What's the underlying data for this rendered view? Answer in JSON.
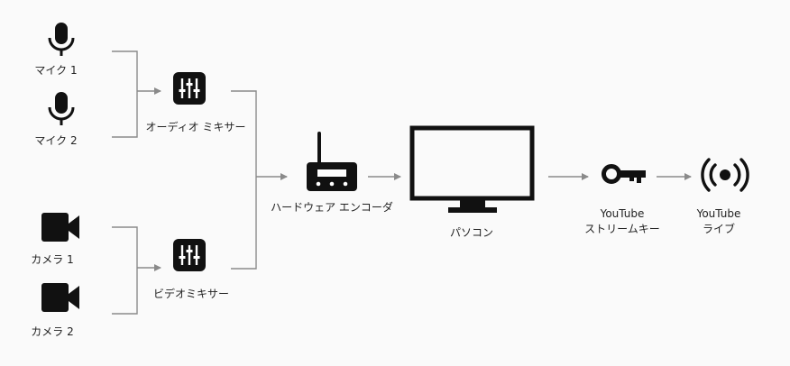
{
  "nodes": {
    "mic1": {
      "label": "マイク 1",
      "icon": "microphone-icon"
    },
    "mic2": {
      "label": "マイク 2",
      "icon": "microphone-icon"
    },
    "audio_mixer": {
      "label": "オーディオ ミキサー",
      "icon": "mixer-sliders-icon"
    },
    "cam1": {
      "label": "カメラ 1",
      "icon": "video-camera-icon"
    },
    "cam2": {
      "label": "カメラ 2",
      "icon": "video-camera-icon"
    },
    "video_mixer": {
      "label": "ビデオミキサー",
      "icon": "mixer-sliders-icon"
    },
    "encoder": {
      "label": "ハードウェア エンコーダ",
      "icon": "router-icon"
    },
    "pc": {
      "label": "パソコン",
      "icon": "monitor-icon"
    },
    "stream_key": {
      "label_line1": "YouTube",
      "label_line2": "ストリームキー",
      "icon": "key-icon"
    },
    "live": {
      "label_line1": "YouTube",
      "label_line2": "ライブ",
      "icon": "broadcast-icon"
    }
  },
  "colors": {
    "icon": "#111111",
    "connector": "#8a8a8a",
    "background": "#fafafa"
  }
}
